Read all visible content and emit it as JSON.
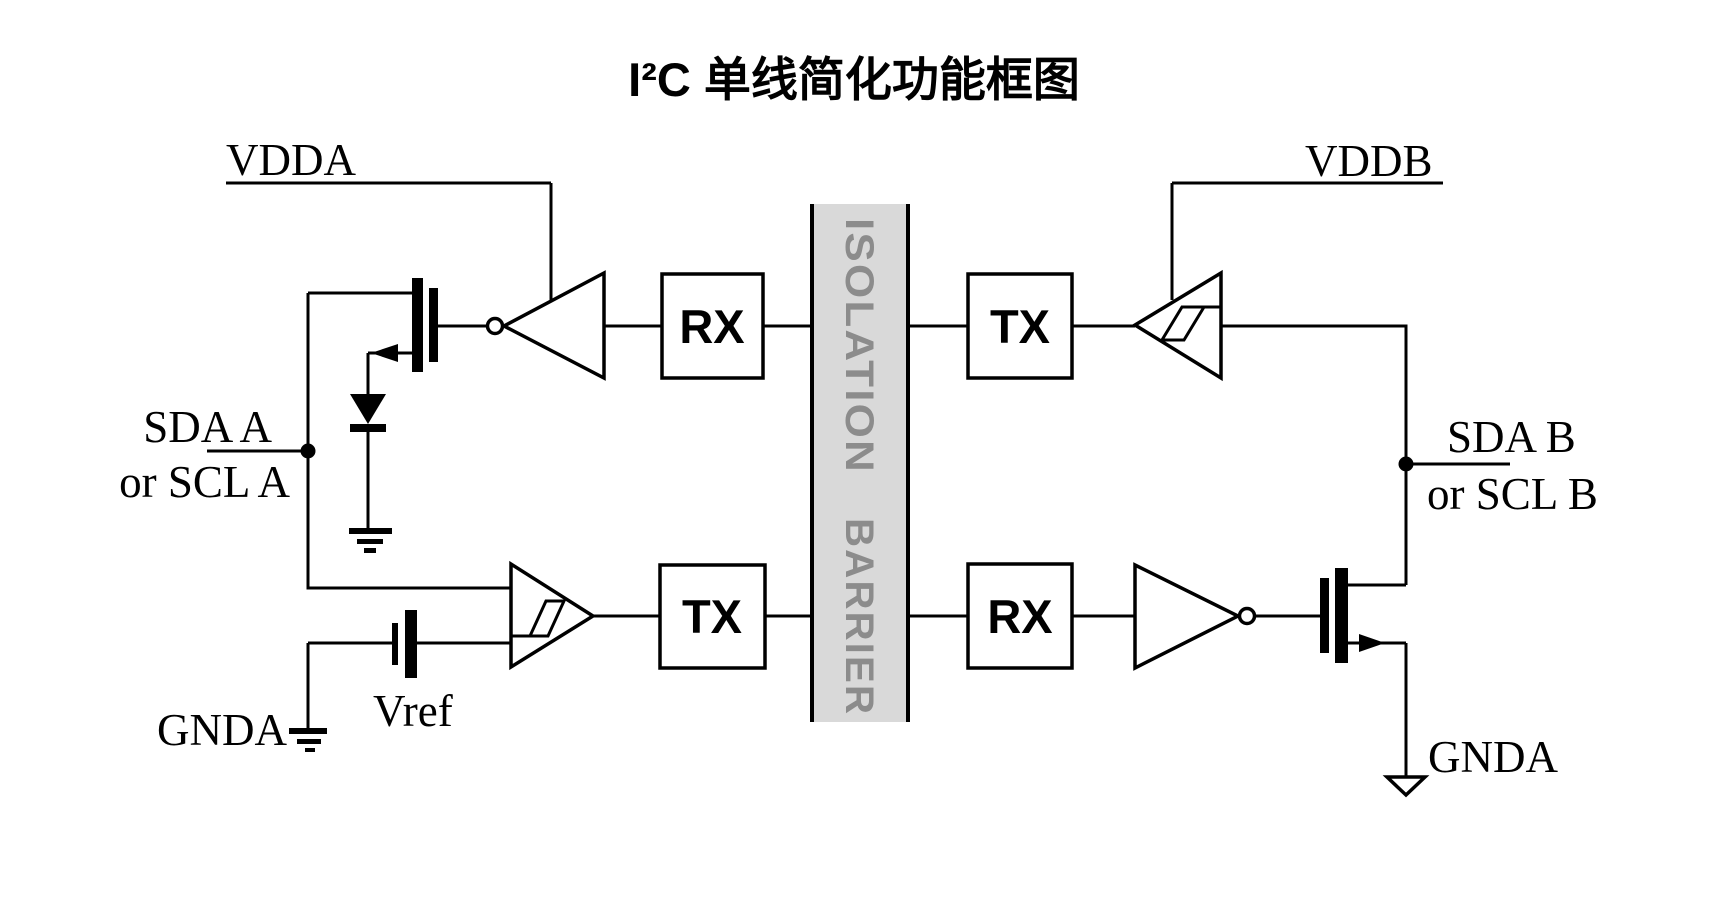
{
  "title": "I²C 单线简化功能框图",
  "colors": {
    "background": "#ffffff",
    "line": "#000000",
    "barrier_fill": "#d9d9d9",
    "barrier_text": "#8c8c8c"
  },
  "labels": {
    "vdda": "VDDA",
    "vddb": "VDDB",
    "sda_a_line1": "SDA A",
    "sda_a_line2": "or SCL A",
    "sda_b_line1": "SDA B",
    "sda_b_line2": "or SCL B",
    "gnda_left": "GNDA",
    "gnda_right": "GNDA",
    "vref": "Vref"
  },
  "blocks": {
    "top_left": "RX",
    "top_right": "TX",
    "bottom_left": "TX",
    "bottom_right": "RX"
  },
  "barrier": {
    "word1": "ISOLATION",
    "word2": "BARRIER"
  }
}
